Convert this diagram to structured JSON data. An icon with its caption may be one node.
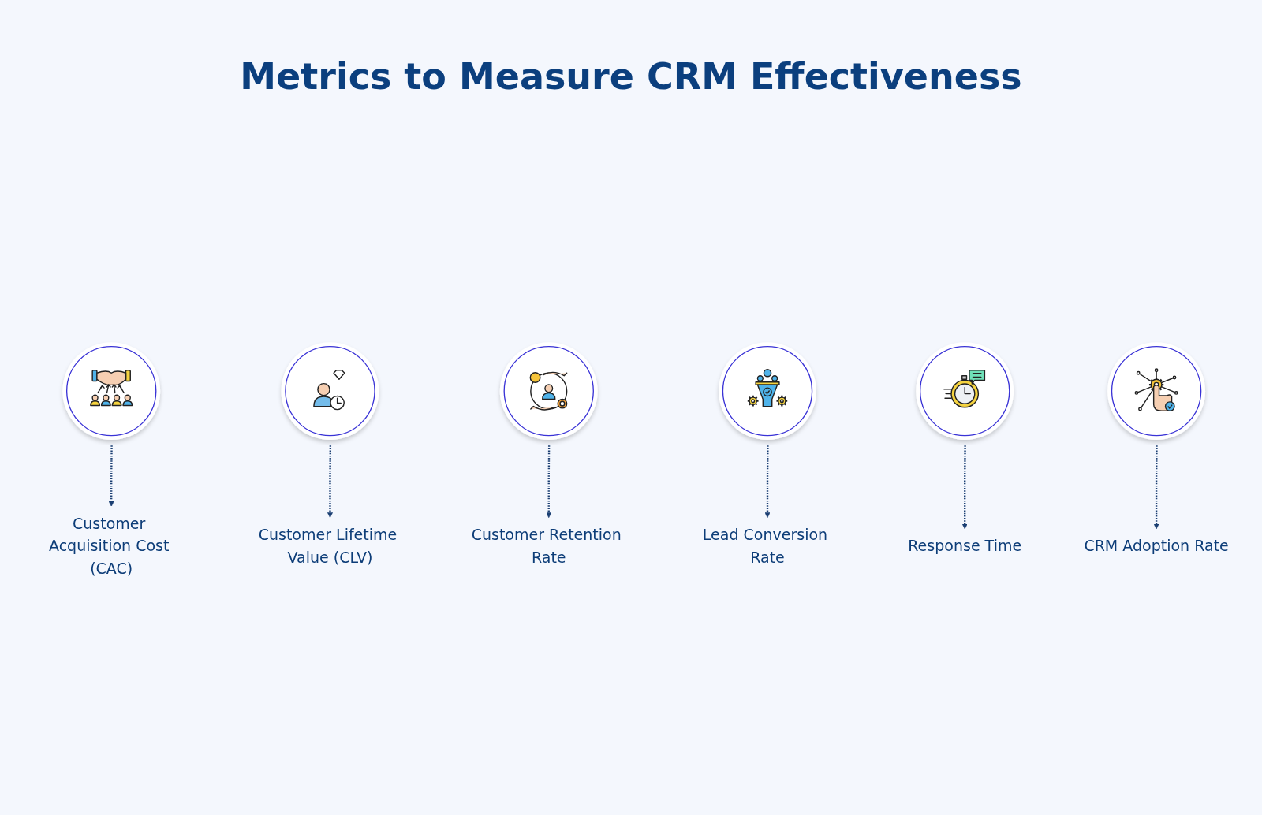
{
  "diagram": {
    "title": "Metrics to Measure CRM Effectiveness",
    "nodes": [
      {
        "text": [],
        "shape": "picture"
      },
      {
        "text": [],
        "shape": "picture"
      },
      {
        "text": [],
        "shape": "picture"
      },
      {
        "text": [
          "Customer Acquisition Cost (CAC)"
        ]
      },
      {
        "text": [
          "Customer Lifetime Value (CLV)"
        ]
      },
      {
        "text": [
          "Customer Retention Rate"
        ]
      },
      {
        "text": [],
        "shape": "picture"
      },
      {
        "text": [],
        "shape": "picture"
      },
      {
        "text": [],
        "shape": "picture"
      },
      {
        "text": [
          "Lead Conversion Rate"
        ]
      },
      {
        "text": [
          "Response Time"
        ]
      },
      {
        "text": [
          "CRM Adoption Rate"
        ]
      }
    ],
    "edges": [
      {
        "from": 0,
        "to": 3,
        "arrow": "to",
        "style": "dashed"
      },
      {
        "from": 1,
        "to": 4,
        "arrow": "to",
        "style": "dashed"
      },
      {
        "from": 2,
        "to": 5,
        "arrow": "to",
        "style": "dashed"
      },
      {
        "from": 6,
        "to": 9,
        "arrow": "to",
        "style": "dashed"
      },
      {
        "from": 7,
        "to": 10,
        "arrow": "to",
        "style": "dashed"
      },
      {
        "from": 8,
        "to": 11,
        "arrow": "to",
        "style": "dashed"
      }
    ]
  }
}
